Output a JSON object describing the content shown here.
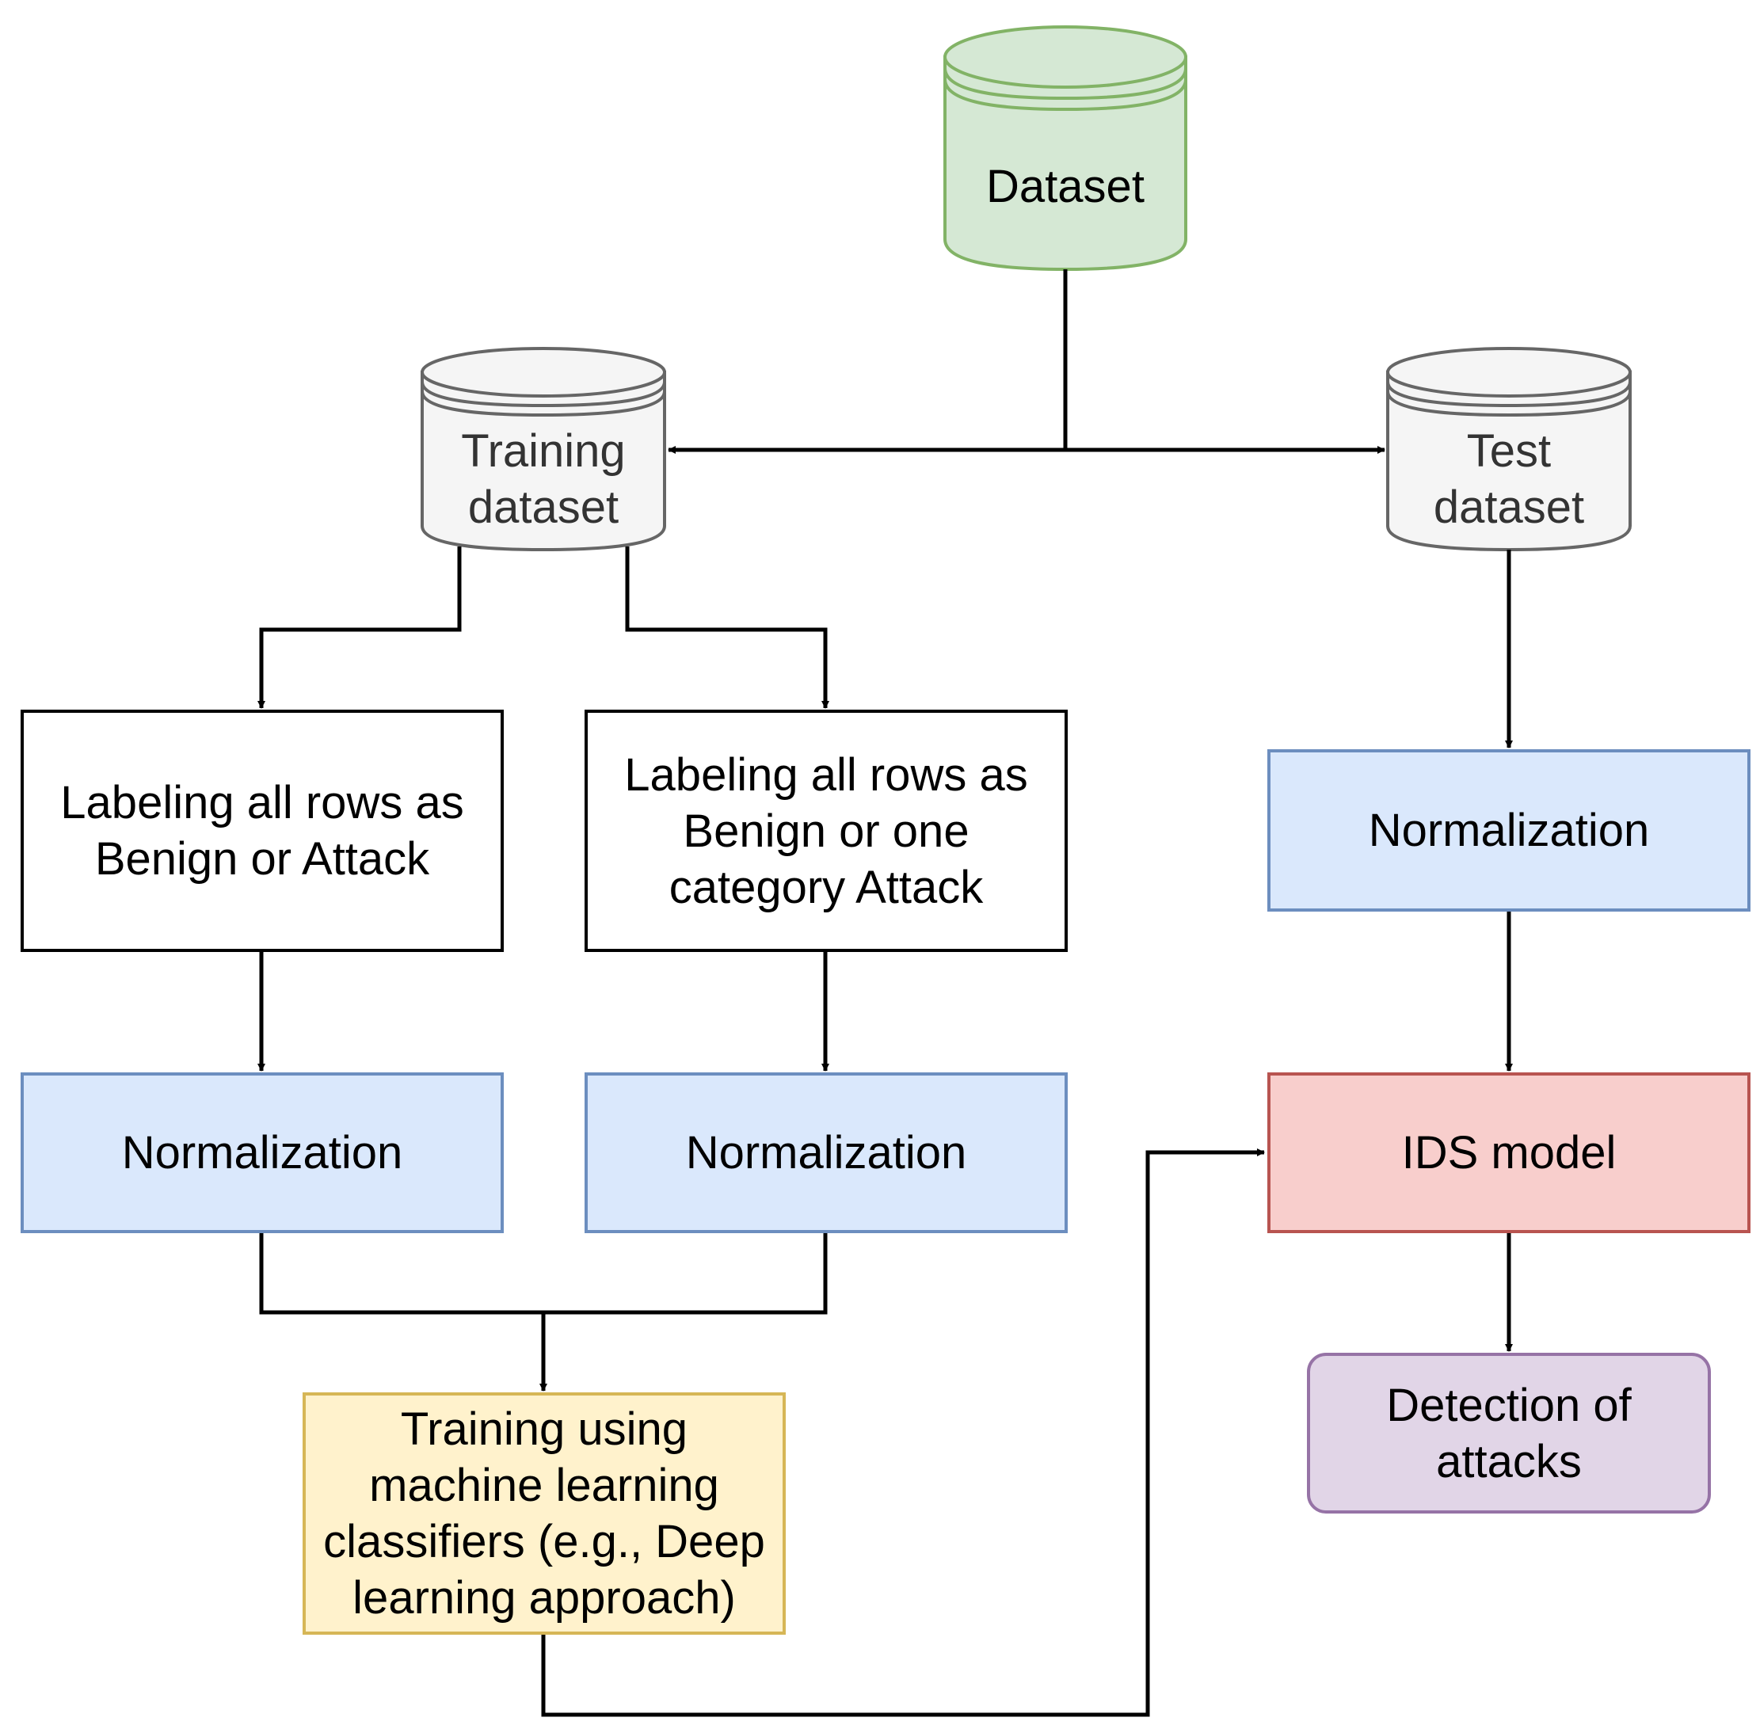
{
  "nodes": {
    "dataset": "Dataset",
    "training_dataset": "Training\ndataset",
    "test_dataset": "Test\ndataset",
    "label_binary": "Labeling all rows as\nBenign or Attack",
    "label_category": "Labeling all rows as\nBenign or one\ncategory Attack",
    "norm_binary": "Normalization",
    "norm_category": "Normalization",
    "norm_test": "Normalization",
    "training": "Training using\nmachine learning\nclassifiers (e.g., Deep\nlearning approach)",
    "ids_model": "IDS model",
    "detection": "Detection of\nattacks"
  },
  "colors": {
    "dataset_fill": "#d5e8d4",
    "dataset_stroke": "#82b366",
    "store_fill": "#f5f5f5",
    "store_stroke": "#666666",
    "edge": "#000000"
  }
}
